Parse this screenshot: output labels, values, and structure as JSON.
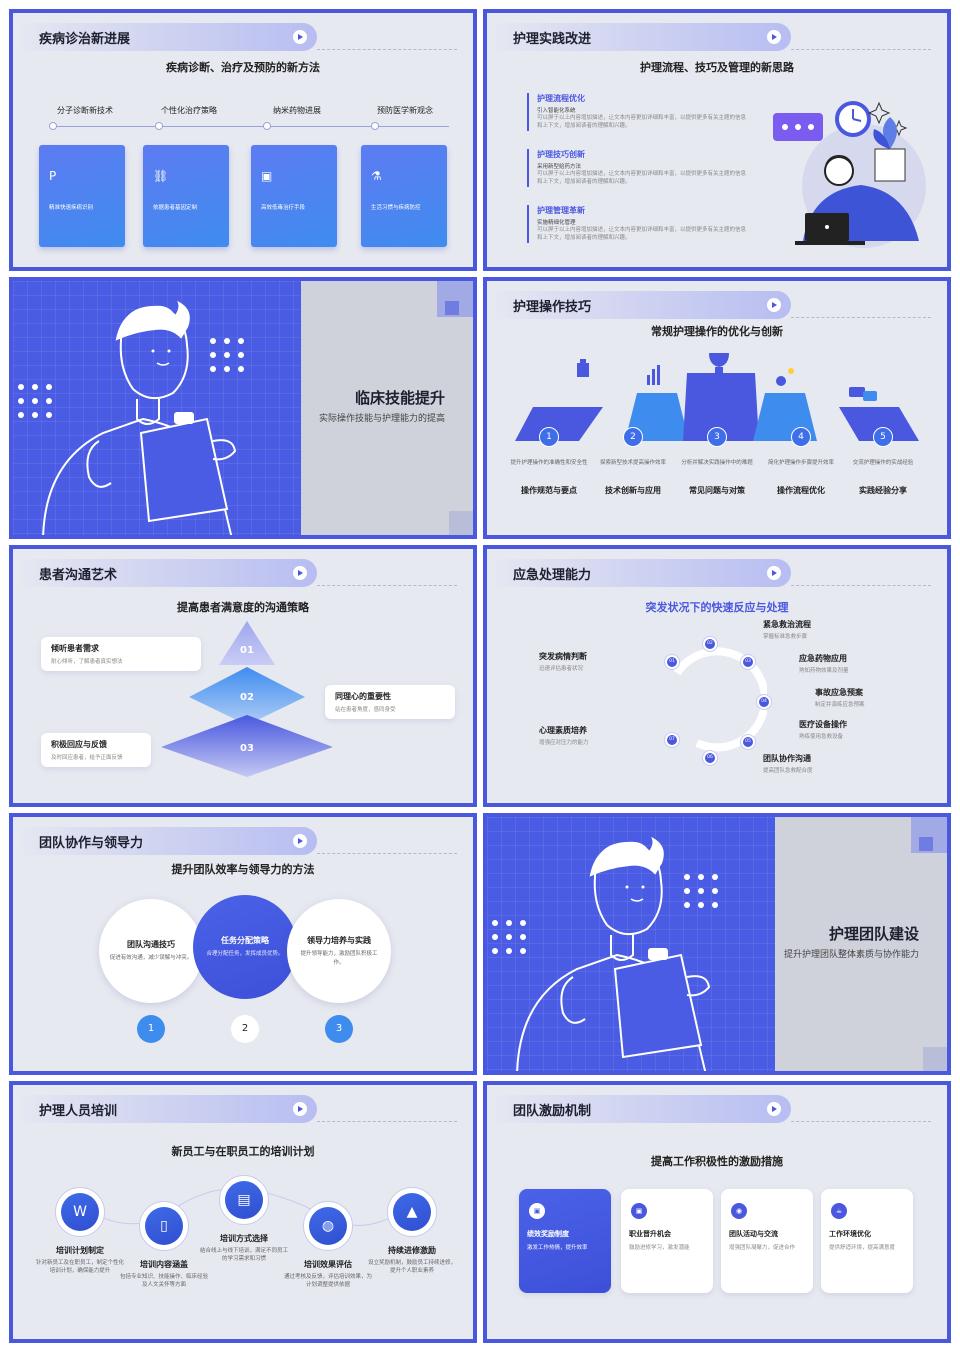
{
  "slides": {
    "s1": {
      "title": "疾病诊治新进展",
      "subtitle": "疾病诊断、治疗及预防的新方法",
      "items": [
        {
          "cat": "分子诊断新技术",
          "desc": "精准快速疾病识别",
          "icon": "P"
        },
        {
          "cat": "个性化治疗策略",
          "desc": "依据患者基因定制",
          "icon": "⛓"
        },
        {
          "cat": "纳米药物进展",
          "desc": "高效低毒治疗手段",
          "icon": "▣"
        },
        {
          "cat": "预防医学新观念",
          "desc": "生活习惯与疾病防控",
          "icon": "⚗"
        }
      ]
    },
    "s2": {
      "title": "护理实践改进",
      "subtitle": "护理流程、技巧及管理的新思路",
      "items": [
        {
          "head": "护理流程优化",
          "sub": "引入智能化系统",
          "body": "可以屏于以上内容增加描述，让文本内容更加详细和丰富，以提供更多有关主题的信息和上下文，增加阅读者的理解和兴趣。"
        },
        {
          "head": "护理技巧创新",
          "sub": "采用新型给药方法",
          "body": "可以屏于以上内容增加描述，让文本内容更加详细和丰富，以提供更多有关主题的信息和上下文，增加阅读者的理解和兴趣。"
        },
        {
          "head": "护理管理革新",
          "sub": "实施精细化管理",
          "body": "可以屏于以上内容增加描述，让文本内容更加详细和丰富，以提供更多有关主题的信息和上下文，增加阅读者的理解和兴趣。"
        }
      ]
    },
    "s3": {
      "title": "临床技能提升",
      "subtitle": "实际操作技能与护理能力的提高"
    },
    "s4": {
      "title": "护理操作技巧",
      "subtitle": "常规护理操作的优化与创新",
      "steps": [
        {
          "n": "1",
          "desc": "提升护理操作的准确性和安全性",
          "label": "操作规范与要点"
        },
        {
          "n": "2",
          "desc": "探索新型技术提高操作效率",
          "label": "技术创新与应用"
        },
        {
          "n": "3",
          "desc": "分析并解决实践操作中的难题",
          "label": "常见问题与对策"
        },
        {
          "n": "4",
          "desc": "简化护理操作步骤提升效率",
          "label": "操作流程优化"
        },
        {
          "n": "5",
          "desc": "交流护理操作的实战经验",
          "label": "实践经验分享"
        }
      ]
    },
    "s5": {
      "title": "患者沟通艺术",
      "subtitle": "提高患者满意度的沟通策略",
      "levels": [
        "01",
        "02",
        "03"
      ],
      "boxes": [
        {
          "head": "倾听患者需求",
          "desc": "耐心倾听，了解患者真实想法"
        },
        {
          "head": "同理心的重要性",
          "desc": "站在患者角度，感同身受"
        },
        {
          "head": "积极回应与反馈",
          "desc": "及时回应患者，给予正面反馈"
        }
      ]
    },
    "s6": {
      "title": "应急处理能力",
      "subtitle": "突发状况下的快速反应与处理",
      "nodes": [
        "01",
        "02",
        "03",
        "04",
        "05",
        "06",
        "07"
      ],
      "items": [
        {
          "head": "紧急救治流程",
          "desc": "掌握标准急救步骤"
        },
        {
          "head": "突发病情判断",
          "desc": "迅速评估患者状况"
        },
        {
          "head": "应急药物应用",
          "desc": "熟知药物效果及剂量"
        },
        {
          "head": "事故应急预案",
          "desc": "制定并演练应急预案"
        },
        {
          "head": "心理素质培养",
          "desc": "增强应对压力的能力"
        },
        {
          "head": "医疗设备操作",
          "desc": "熟练使用急救设备"
        },
        {
          "head": "团队协作沟通",
          "desc": "提高团队急救配合度"
        }
      ]
    },
    "s7": {
      "title": "团队协作与领导力",
      "subtitle": "提升团队效率与领导力的方法",
      "items": [
        {
          "head": "团队沟通技巧",
          "desc": "促进有效沟通，减少误解与冲突。",
          "n": "1"
        },
        {
          "head": "任务分配策略",
          "desc": "合理分配任务，发挥成员优势。",
          "n": "2"
        },
        {
          "head": "领导力培养与实践",
          "desc": "提升领导能力，激励团队积极工作。",
          "n": "3"
        }
      ]
    },
    "s8": {
      "title": "护理团队建设",
      "subtitle": "提升护理团队整体素质与协作能力"
    },
    "s9": {
      "title": "护理人员培训",
      "subtitle": "新员工与在职员工的培训计划",
      "items": [
        {
          "head": "培训计划制定",
          "desc": "针对新员工及在职员工，制定个性化培训计划，确保能力提升",
          "icon": "W"
        },
        {
          "head": "培训内容涵盖",
          "desc": "包括专业知识、技能操作、临床经验及人文关怀等方面",
          "icon": "▯"
        },
        {
          "head": "培训方式选择",
          "desc": "结合线上与线下培训，满足不同员工的学习需求和习惯",
          "icon": "▤"
        },
        {
          "head": "培训效果评估",
          "desc": "通过考核及反馈，评估培训效果，为计划调整提供依据",
          "icon": "◍"
        },
        {
          "head": "持续进修激励",
          "desc": "设立奖励机制，鼓励员工持续进修，提升个人职业素养",
          "icon": "▲"
        }
      ]
    },
    "s10": {
      "title": "团队激励机制",
      "subtitle": "提高工作积极性的激励措施",
      "cards": [
        {
          "head": "绩效奖励制度",
          "desc": "激发工作热情，提升效率",
          "icon": "▣"
        },
        {
          "head": "职业晋升机会",
          "desc": "鼓励进修学习，激发潜能",
          "icon": "▣"
        },
        {
          "head": "团队活动与交流",
          "desc": "增强团队凝聚力，促进合作",
          "icon": "◉"
        },
        {
          "head": "工作环境优化",
          "desc": "提供舒适环境，提高满意度",
          "icon": "☕"
        }
      ]
    }
  }
}
